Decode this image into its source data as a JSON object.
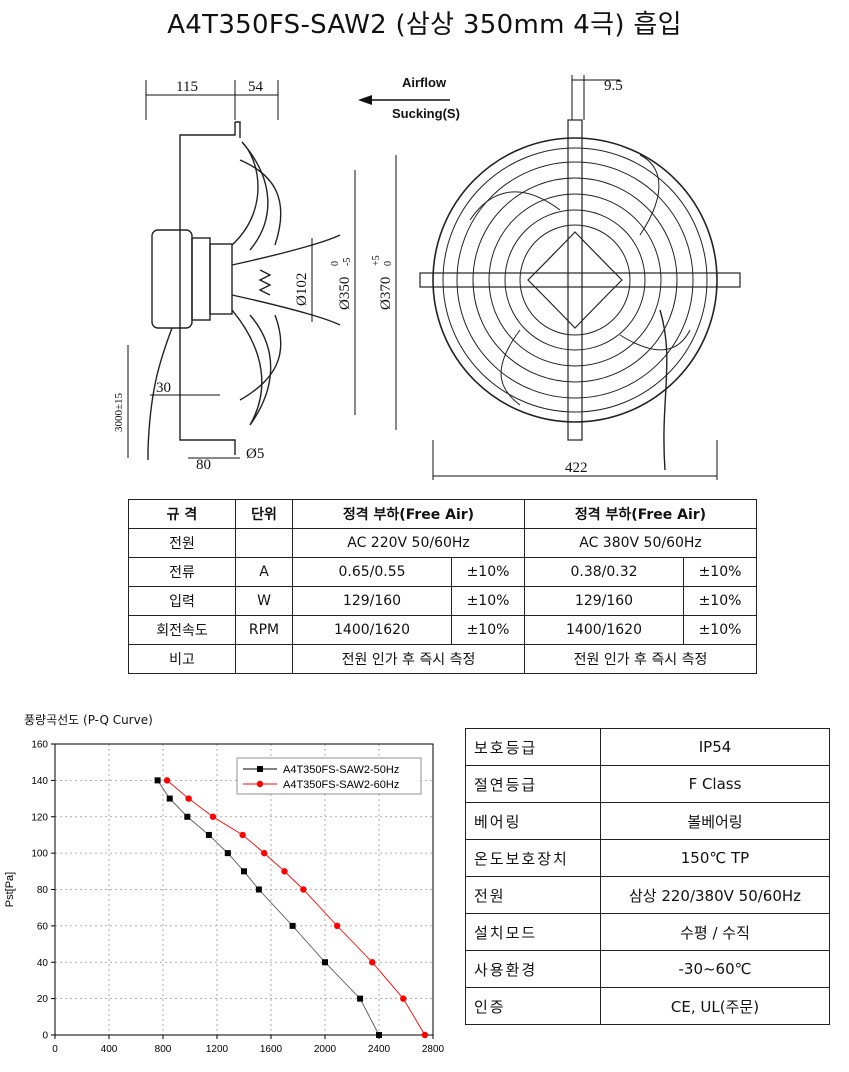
{
  "title": "A4T350FS-SAW2 (삼상 350mm 4극) 흡입",
  "drawing": {
    "dim_115": "115",
    "dim_54": "54",
    "airflow": "Airflow",
    "sucking": "Sucking(S)",
    "dim_9_5": "9.5",
    "dim_102": "Ø102",
    "dim_350": "Ø350",
    "dim_350_tol_top": "0",
    "dim_350_tol_bottom": "-5",
    "dim_370": "Ø370",
    "dim_370_tol_top": "+5",
    "dim_370_tol_bottom": "0",
    "dim_3000": "3000±15",
    "dim_30": "30",
    "dim_80": "80",
    "dim_5": "Ø5",
    "dim_422": "422"
  },
  "spec_table": {
    "headers": [
      "규 격",
      "단위",
      "정격 부하(Free Air)",
      "정격 부하(Free Air)"
    ],
    "rows": [
      {
        "label": "전원",
        "unit": "",
        "v1": "AC 220V 50/60Hz",
        "t1": "",
        "v2": "AC 380V 50/60Hz",
        "t2": ""
      },
      {
        "label": "전류",
        "unit": "A",
        "v1": "0.65/0.55",
        "t1": "±10%",
        "v2": "0.38/0.32",
        "t2": "±10%"
      },
      {
        "label": "입력",
        "unit": "W",
        "v1": "129/160",
        "t1": "±10%",
        "v2": "129/160",
        "t2": "±10%"
      },
      {
        "label": "회전속도",
        "unit": "RPM",
        "v1": "1400/1620",
        "t1": "±10%",
        "v2": "1400/1620",
        "t2": "±10%"
      },
      {
        "label": "비고",
        "unit": "",
        "v1": "전원 인가 후 즉시 측정",
        "t1": "",
        "v2": "전원 인가 후 즉시 측정",
        "t2": ""
      }
    ]
  },
  "chart_title": "풍량곡선도 (P-Q Curve)",
  "chart_data": {
    "type": "line",
    "title": "풍량곡선도 (P-Q Curve)",
    "xlabel": "",
    "ylabel": "Pst[Pa]",
    "xlim": [
      0,
      2800
    ],
    "ylim": [
      0,
      160
    ],
    "xticks": [
      0,
      400,
      800,
      1200,
      1600,
      2000,
      2400,
      2800
    ],
    "yticks": [
      0,
      20,
      40,
      60,
      80,
      100,
      120,
      140,
      160
    ],
    "legend_position": "top-right",
    "series": [
      {
        "name": "A4T350FS-SAW2-50Hz",
        "color": "#000000",
        "marker": "square",
        "x": [
          760,
          850,
          980,
          1140,
          1280,
          1400,
          1510,
          1760,
          2000,
          2260,
          2400
        ],
        "y": [
          140,
          130,
          120,
          110,
          100,
          90,
          80,
          60,
          40,
          20,
          0
        ]
      },
      {
        "name": "A4T350FS-SAW2-60Hz",
        "color": "#ff0000",
        "marker": "circle",
        "x": [
          830,
          990,
          1170,
          1390,
          1550,
          1700,
          1840,
          2090,
          2350,
          2580,
          2740
        ],
        "y": [
          140,
          130,
          120,
          110,
          100,
          90,
          80,
          60,
          40,
          20,
          0
        ]
      }
    ]
  },
  "side_table": [
    {
      "label": "보호등급",
      "value": "IP54"
    },
    {
      "label": "절연등급",
      "value": "F Class"
    },
    {
      "label": "베어링",
      "value": "볼베어링"
    },
    {
      "label": "온도보호장치",
      "value": "150℃ TP"
    },
    {
      "label": "전원",
      "value": "삼상 220/380V 50/60Hz"
    },
    {
      "label": "설치모드",
      "value": "수평 / 수직"
    },
    {
      "label": "사용환경",
      "value": "-30~60℃"
    },
    {
      "label": "인증",
      "value": "CE, UL(주문)"
    }
  ]
}
